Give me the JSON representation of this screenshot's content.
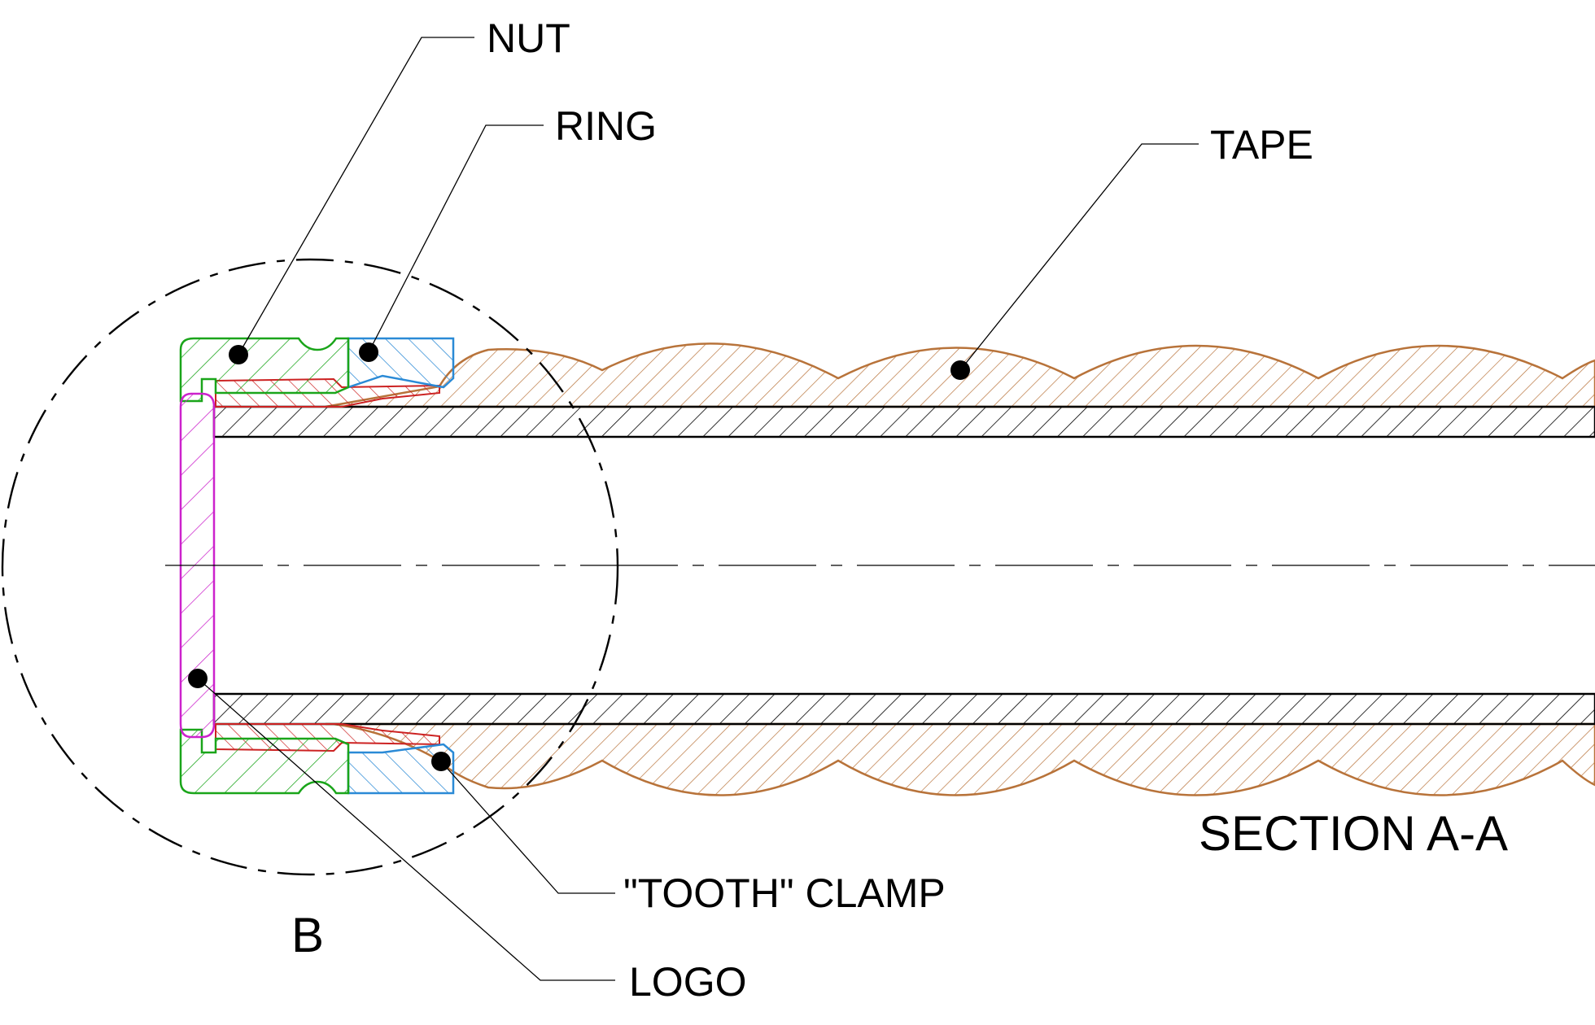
{
  "drawing": {
    "section_title": "SECTION A-A",
    "detail_label": "B",
    "colors": {
      "nut": "#1aa51a",
      "ring": "#2a8ad6",
      "tape": "#b8733a",
      "tooth_clamp": "#cc2222",
      "logo": "#cc22cc",
      "pipe": "#000000"
    },
    "callouts": [
      {
        "id": "nut",
        "label": "NUT"
      },
      {
        "id": "ring",
        "label": "RING"
      },
      {
        "id": "tape",
        "label": "TAPE"
      },
      {
        "id": "tooth-clamp",
        "label": "\"TOOTH\" CLAMP"
      },
      {
        "id": "logo",
        "label": "LOGO"
      }
    ]
  }
}
